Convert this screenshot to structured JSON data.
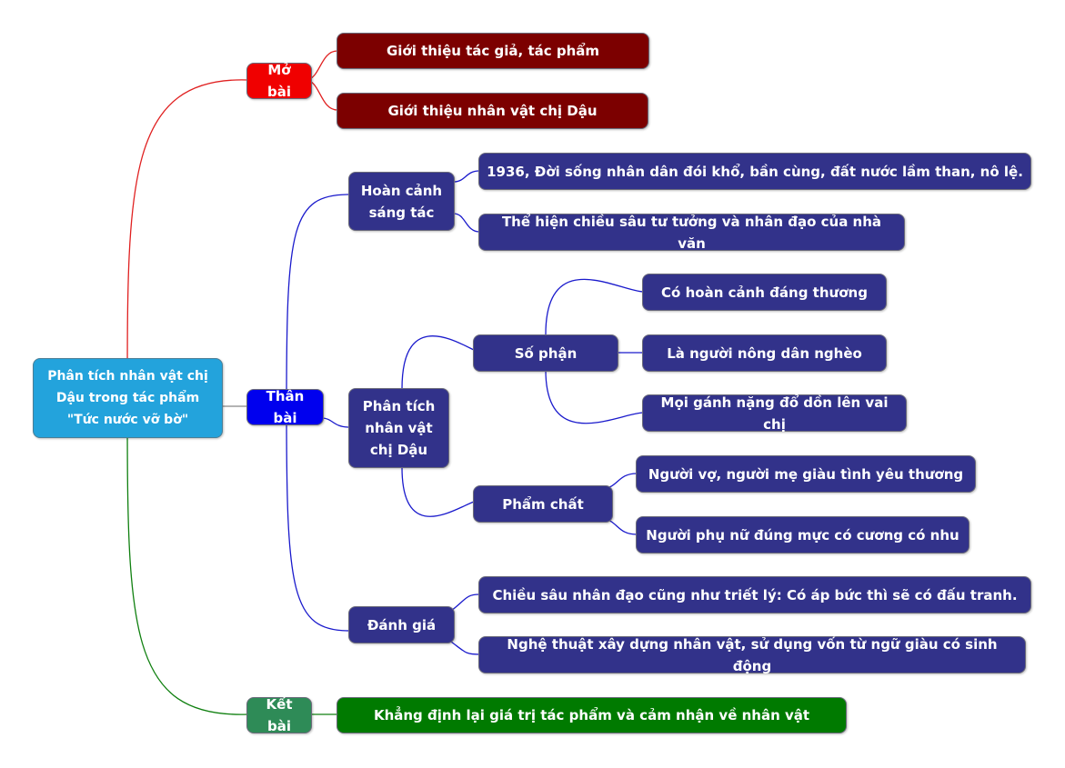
{
  "root": {
    "text": "Phân tích nhân vật chị Dậu trong tác phẩm \"Tức nước vỡ bờ\""
  },
  "mo_bai": {
    "label": "Mở bài",
    "items": [
      "Giới thiệu tác giả, tác phẩm",
      "Giới thiệu nhân vật chị Dậu"
    ]
  },
  "than_bai": {
    "label": "Thân bài",
    "hoan_canh": {
      "label": "Hoàn cảnh sáng tác",
      "items": [
        "1936, Đời sống nhân dân đói khổ, bần cùng, đất nước lầm than, nô lệ.",
        "Thể hiện chiều sâu tư tưởng và nhân đạo của nhà văn"
      ]
    },
    "phan_tich": {
      "label": "Phân tích nhân vật chị Dậu",
      "so_phan": {
        "label": "Số phận",
        "items": [
          "Có hoàn cảnh đáng thương",
          "Là người nông dân nghèo",
          "Mọi gánh nặng đổ dồn lên vai chị"
        ]
      },
      "pham_chat": {
        "label": "Phẩm chất",
        "items": [
          "Người vợ, người mẹ giàu tình yêu thương",
          "Người phụ nữ đúng mực có cương có nhu"
        ]
      }
    },
    "danh_gia": {
      "label": "Đánh giá",
      "items": [
        "Chiều sâu nhân đạo cũng như triết lý: Có áp bức thì sẽ có đấu tranh.",
        "Nghệ thuật xây dựng nhân vật, sử dụng vốn từ ngữ giàu có sinh động"
      ]
    }
  },
  "ket_bai": {
    "label": "Kết bài",
    "items": [
      "Khẳng định lại giá trị tác phẩm và cảm nhận về nhân vật"
    ]
  },
  "colors": {
    "root": "#23a3dc",
    "mo_bai": "#f00000",
    "than_bai": "#0000ee",
    "ket_bai": "#2e8b57",
    "maroon": "#7c0000",
    "navy": "#32328a",
    "green": "#007a00",
    "link_red": "#e02020",
    "link_blue": "#1a1acc",
    "link_green": "#108010"
  }
}
